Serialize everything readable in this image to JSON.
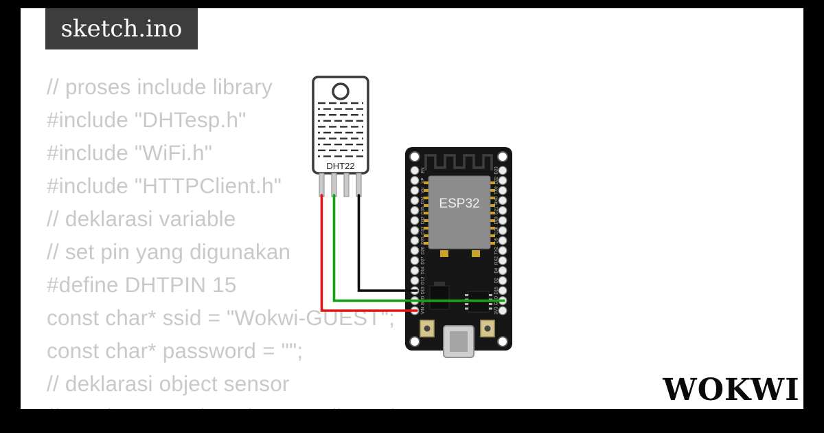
{
  "window": {
    "title": "sketch.ino"
  },
  "code": {
    "lines": [
      "// proses include library",
      "#include \"DHTesp.h\"",
      "#include \"WiFi.h\"",
      "#include \"HTTPClient.h\"",
      "// deklarasi variable",
      "// set pin yang digunakan",
      "#define DHTPIN 15",
      "const char* ssid = \"Wokwi-GUEST\";",
      "const char* password = \"\";",
      "// deklarasi object sensor",
      "// set tipe DHT dan pin yang digunakan"
    ]
  },
  "circuit": {
    "dht22": {
      "label": "DHT22"
    },
    "esp32": {
      "chip_label": "ESP32",
      "left_pin_labels": [
        "EN",
        "VP",
        "VN",
        "D34",
        "D35",
        "D32",
        "D33",
        "D25",
        "D26",
        "D27",
        "D14",
        "D12",
        "D13",
        "GND",
        "VIN"
      ],
      "right_pin_labels": [
        "D23",
        "D22",
        "TX0",
        "RX0",
        "D21",
        "D19",
        "D18",
        "D5",
        "TX2",
        "RX2",
        "D4",
        "D2",
        "D15",
        "GND",
        "3V3"
      ]
    },
    "wires": [
      {
        "name": "vcc-wire",
        "color": "#e11313"
      },
      {
        "name": "data-wire",
        "color": "#15a315"
      },
      {
        "name": "gnd-wire",
        "color": "#0d0d0d"
      }
    ]
  },
  "logo": {
    "text": "WOKWI"
  },
  "colors": {
    "frame": "#000000",
    "canvas": "#ffffff",
    "title_bg": "#3d3d3d",
    "title_fg": "#ffffff",
    "code_fg": "#c9c9c9",
    "board": "#161616",
    "chip": "#8d8d8d"
  }
}
